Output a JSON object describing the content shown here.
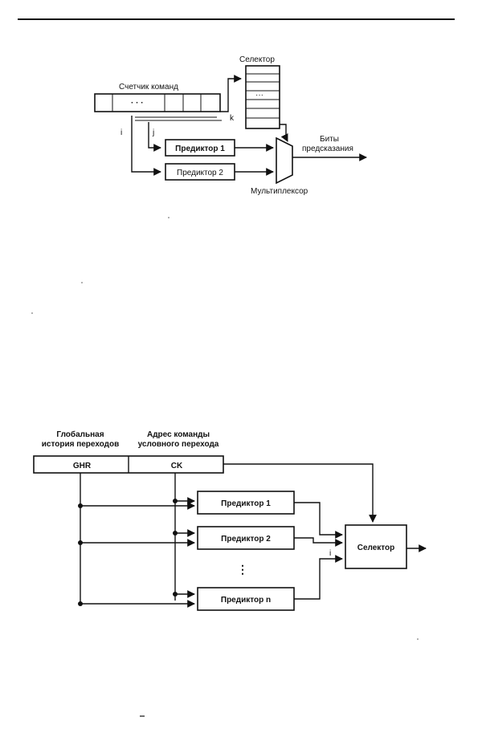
{
  "diagram1": {
    "selector_label": "Селектор",
    "pc_label": "Счетчик команд",
    "pc_ellipsis": "· · ·",
    "table_ellipsis": "···",
    "predictor1": "Предиктор 1",
    "predictor2": "Предиктор 2",
    "multiplexer_label": "Мультиплексор",
    "output_line1": "Биты",
    "output_line2": "предсказания",
    "bits_i": "i",
    "bits_j": "j",
    "bits_k": "k"
  },
  "diagram2": {
    "ghr_header_line1": "Глобальная",
    "ghr_header_line2": "история переходов",
    "ck_header_line1": "Адрес команды",
    "ck_header_line2": "условного перехода",
    "ghr_label": "GHR",
    "ck_label": "CK",
    "predictor1": "Предиктор 1",
    "predictor2": "Предиктор 2",
    "predictor_n": "Предиктор n",
    "vertical_ellipsis": "⋮",
    "selector_label": "Селектор",
    "bit_i": "i"
  }
}
